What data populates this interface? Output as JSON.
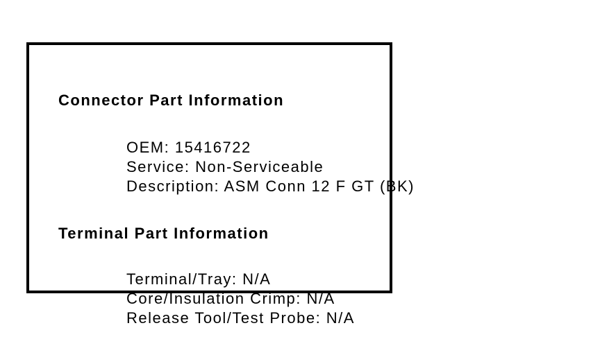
{
  "colors": {
    "background": "#ffffff",
    "panel_border": "#000000",
    "text": "#000000"
  },
  "panel": {
    "connector_section": {
      "heading": "Connector Part Information",
      "lines": [
        "OEM: 15416722",
        "Service: Non-Serviceable",
        "Description: ASM Conn 12 F GT (BK)"
      ]
    },
    "terminal_section": {
      "heading": "Terminal Part Information",
      "lines": [
        "Terminal/Tray: N/A",
        "Core/Insulation Crimp: N/A",
        "Release Tool/Test Probe: N/A"
      ]
    }
  }
}
